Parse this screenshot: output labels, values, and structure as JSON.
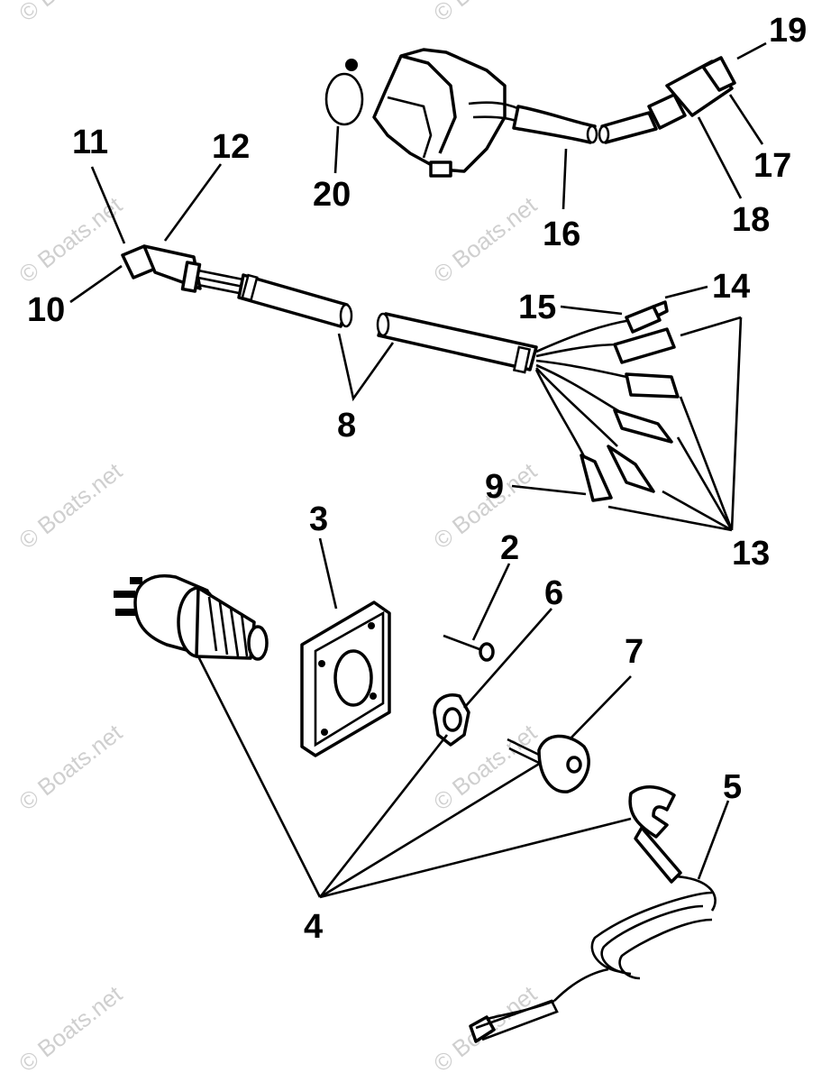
{
  "watermark": "© Boats.net",
  "callouts": {
    "c2": "2",
    "c3": "3",
    "c4": "4",
    "c5": "5",
    "c6": "6",
    "c7": "7",
    "c8": "8",
    "c9": "9",
    "c10": "10",
    "c11": "11",
    "c12": "12",
    "c13": "13",
    "c14": "14",
    "c15": "15",
    "c16": "16",
    "c17": "17",
    "c18": "18",
    "c19": "19",
    "c20": "20"
  }
}
